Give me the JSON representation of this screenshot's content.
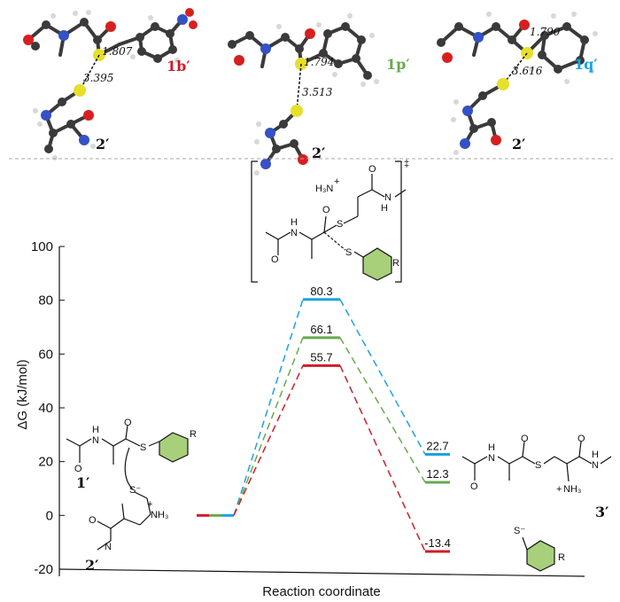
{
  "colors": {
    "red": "#d01c2a",
    "green": "#6aa84f",
    "blue": "#1aa3e0",
    "carbon": "#3a3a3a",
    "oxygen": "#d62020",
    "sulfur": "#e6e02a",
    "nitrogen": "#3451c6",
    "hydrogen": "#d8d8d8"
  },
  "top_structures": [
    {
      "label": "1b′",
      "color": "red",
      "sc_distance": "1.807",
      "ss_distance": "3.395",
      "bottom_label": "2′"
    },
    {
      "label": "1p′",
      "color": "green",
      "sc_distance": "1.794",
      "ss_distance": "3.513",
      "bottom_label": "2′"
    },
    {
      "label": "1q′",
      "color": "blue",
      "sc_distance": "1.790",
      "ss_distance": "3.616",
      "bottom_label": "2′"
    }
  ],
  "chart_data": {
    "type": "energy_profile",
    "ylabel": "ΔG (kJ/mol)",
    "xlabel": "Reaction coordinate",
    "ylim": [
      -20,
      100
    ],
    "yticks": [
      "100",
      "80",
      "60",
      "40",
      "20",
      "0",
      "-20"
    ],
    "ytick_values": [
      100,
      80,
      60,
      40,
      20,
      0,
      -20
    ],
    "series": [
      {
        "color": "blue",
        "reactant": 0,
        "ts": 80.3,
        "product": 22.7,
        "ts_label": "80.3",
        "product_label": "22.7"
      },
      {
        "color": "green",
        "reactant": 0,
        "ts": 66.1,
        "product": 12.3,
        "ts_label": "66.1",
        "product_label": "12.3"
      },
      {
        "color": "red",
        "reactant": 0,
        "ts": 55.7,
        "product": -13.4,
        "ts_label": "55.7",
        "product_label": "-13.4"
      }
    ]
  },
  "scheme": {
    "reactant_label_1": "1′",
    "reactant_label_2": "2′",
    "product_label": "3′",
    "ts_mark": "‡",
    "ts_h3n": "H₃N",
    "ts_plus": "+",
    "atoms": {
      "S": "S",
      "N": "N",
      "H": "H",
      "O": "O",
      "R": "R",
      "S_minus": "S⁻",
      "NH3": "NH₃",
      "plus": "+"
    }
  }
}
